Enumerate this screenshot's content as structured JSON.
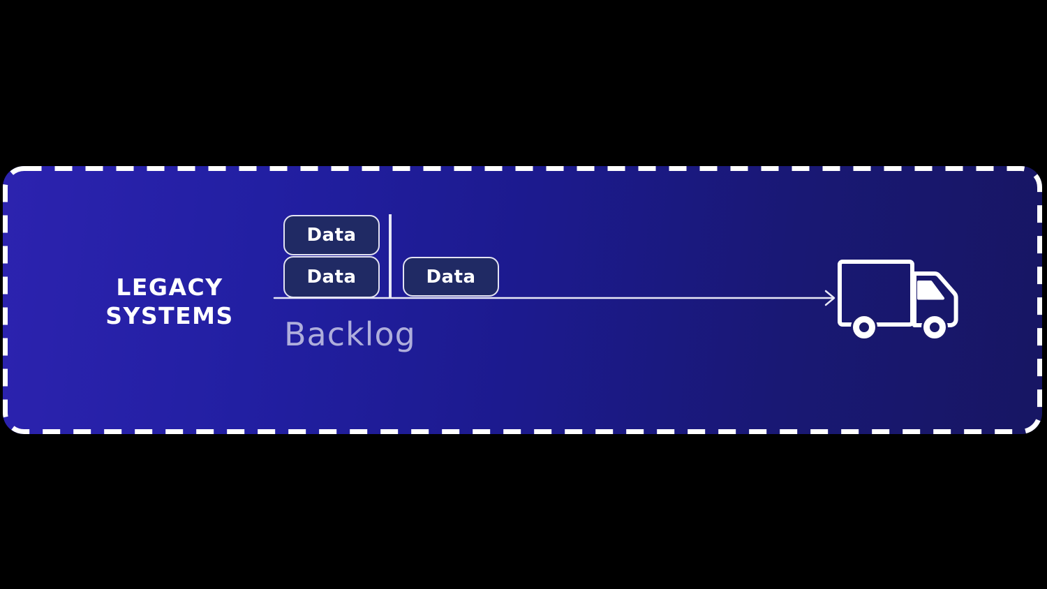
{
  "diagram": {
    "title": {
      "line1": "LEGACY",
      "line2": "SYSTEMS"
    },
    "backlog_label": "Backlog",
    "data_boxes": [
      {
        "label": "Data"
      },
      {
        "label": "Data"
      },
      {
        "label": "Data"
      }
    ],
    "icons": {
      "truck": "delivery-truck-icon",
      "arrow": "right-arrow"
    },
    "colors": {
      "page_background": "#000000",
      "panel_gradient_start": "#2C23AF",
      "panel_gradient_end": "#171663",
      "panel_dashed_border": "#FFFFFF",
      "data_box_fill": "#202A64",
      "data_box_border": "#E3E3F2",
      "line": "#E8E8F6",
      "title_text": "#FFFFFF",
      "backlog_text": "#AFAEDC",
      "truck_outline": "#FFFFFF"
    }
  }
}
